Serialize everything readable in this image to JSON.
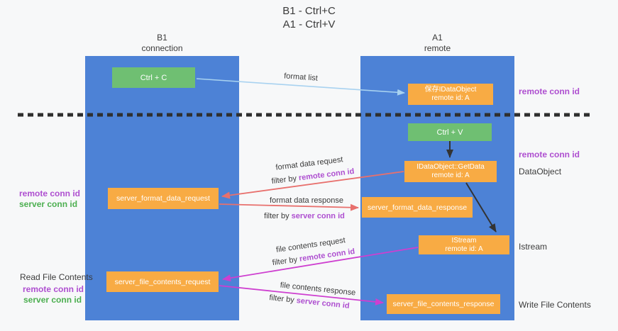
{
  "title": {
    "line1": "B1 - Ctrl+C",
    "line2": "A1 - Ctrl+V"
  },
  "lanes": {
    "left": {
      "name": "B1",
      "subtitle": "connection"
    },
    "right": {
      "name": "A1",
      "subtitle": "remote"
    }
  },
  "boxes": {
    "ctrl_c": {
      "label": "Ctrl + C"
    },
    "ctrl_v": {
      "label": "Ctrl + V"
    },
    "save_dataobject": {
      "line1": "保存IDataObject",
      "line2": "remote id: A"
    },
    "getdata": {
      "line1": "IDataObject::GetData",
      "line2": "remote id: A"
    },
    "istream": {
      "line1": "IStream",
      "line2": "remote id: A"
    },
    "format_request": {
      "label": "server_format_data_request"
    },
    "format_response": {
      "label": "server_format_data_response"
    },
    "file_request": {
      "label": "server_file_contents_request"
    },
    "file_response": {
      "label": "server_file_contents_response"
    }
  },
  "arrow_labels": {
    "format_list": "format list",
    "format_data_request": "format data request",
    "format_data_response": "format data response",
    "file_contents_request": "file contents request",
    "file_contents_response": "file contents response",
    "filter_by": "filter by",
    "remote_conn_id": "remote conn id",
    "server_conn_id": "server conn id"
  },
  "side_labels": {
    "right_remote_conn_id_top": "remote conn id",
    "right_remote_conn_id_mid": "remote conn id",
    "right_dataobject": "DataObject",
    "right_istream": "Istream",
    "right_write_file_contents": "Write File Contents",
    "left_remote_conn_id_1": "remote conn id",
    "left_server_conn_id_1": "server conn id",
    "left_read_file_contents": "Read File Contents",
    "left_remote_conn_id_2": "remote conn id",
    "left_server_conn_id_2": "server conn id"
  },
  "colors": {
    "lane_blue": "#4d82d6",
    "box_orange": "#f8ab44",
    "box_green": "#6fbf72",
    "conn_purple": "#ae4fd0",
    "conn_green": "#4caf50",
    "arrow_red": "#e8706d",
    "arrow_magenta": "#ce3fd0",
    "arrow_lightblue": "#a8d2f0",
    "arrow_black": "#333333",
    "text_dark": "#3b3b3b",
    "bg": "#f7f8f9"
  }
}
